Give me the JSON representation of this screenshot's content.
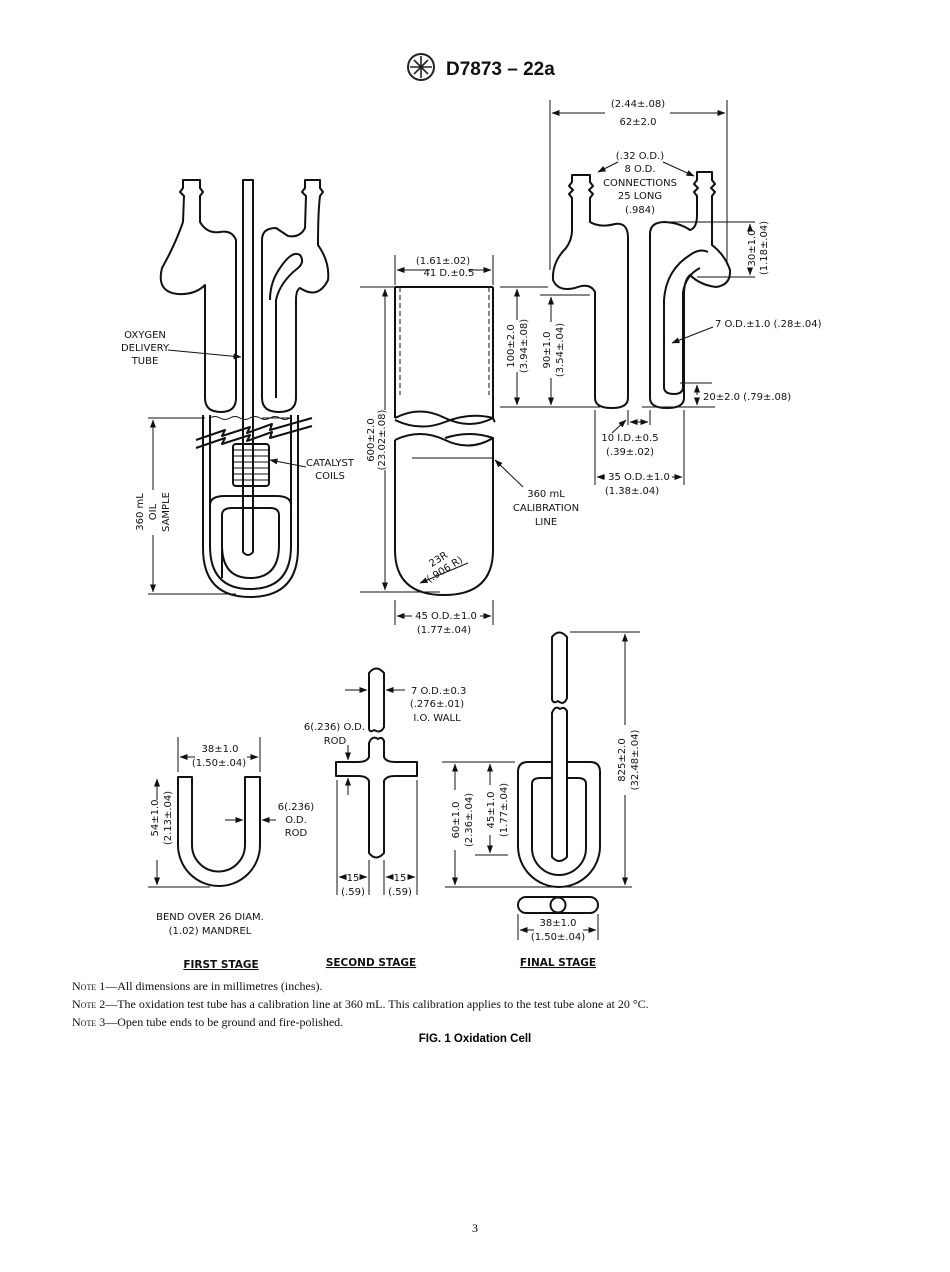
{
  "header": {
    "logo": "ASTM",
    "designation": "D7873 – 22a"
  },
  "figure": {
    "caption": "FIG. 1 Oxidation Cell",
    "assembly_labels": {
      "oxygen": [
        "OXYGEN",
        "DELIVERY",
        "TUBE"
      ],
      "catalyst": [
        "CATALYST",
        "COILS"
      ],
      "oil_sample": [
        "360 mL",
        "OIL",
        "SAMPLE"
      ]
    },
    "tube_labels": {
      "width_in": "(1.61±.02)",
      "width_mm": "41 D.±0.5",
      "length": "600±2.0",
      "length_in": "(23.02±.08)",
      "top_100": "100±2.0",
      "top_100_in": "(3.94±.08)",
      "top_90": "90±1.0",
      "top_90_in": "(3.54±.04)",
      "calibration": [
        "360 mL",
        "CALIBRATION",
        "LINE"
      ],
      "radius": "23R",
      "radius_in": "(.906 R)",
      "od": "45 O.D.±1.0",
      "od_in": "(1.77±.04)"
    },
    "head_labels": {
      "width_in": "(2.44±.08)",
      "width_mm": "62±2.0",
      "connections": [
        "(.32 O.D.)",
        "8 O.D.",
        "CONNECTIONS",
        "25 LONG",
        "(.984)"
      ],
      "bulb": "30±1.0",
      "bulb_in": "(1.18±.04)",
      "side_tube": "7 O.D.±1.0 (.28±.04)",
      "gap": "20±2.0 (.79±.08)",
      "id": "10 I.D.±0.5",
      "id_in": "(.39±.02)",
      "od": "35 O.D.±1.0",
      "od_in": "(1.38±.04)"
    },
    "first_stage": {
      "title": "FIRST STAGE",
      "width": "38±1.0",
      "width_in": "(1.50±.04)",
      "height": "54±1.0",
      "height_in": "(2.13±.04)",
      "rod": [
        "6(.236)",
        "O.D.",
        "ROD"
      ],
      "bend": [
        "BEND OVER 26 DIAM.",
        "(1.02) MANDREL"
      ]
    },
    "second_stage": {
      "title": "SECOND STAGE",
      "tube": [
        "7 O.D.±0.3",
        "(.276±.01)",
        "I.O. WALL"
      ],
      "rod": [
        "6(.236) O.D.",
        "ROD"
      ],
      "arm": "15",
      "arm_in": "(.59)"
    },
    "final_stage": {
      "title": "FINAL STAGE",
      "height": "60±1.0",
      "height_in": "(2.36±.04)",
      "inner": "45±1.0",
      "inner_in": "(1.77±.04)",
      "total": "825±2.0",
      "total_in": "(32.48±.04)",
      "width": "38±1.0",
      "width_in": "(1.50±.04)"
    }
  },
  "notes": [
    {
      "label": "Note",
      "num": "1",
      "text": "—All dimensions are in millimetres (inches)."
    },
    {
      "label": "Note",
      "num": "2",
      "text": "—The oxidation test tube has a calibration line at 360 mL. This calibration applies to the test tube alone at 20 °C."
    },
    {
      "label": "Note",
      "num": "3",
      "text": "—Open tube ends to be ground and fire-polished."
    }
  ],
  "page_number": "3"
}
